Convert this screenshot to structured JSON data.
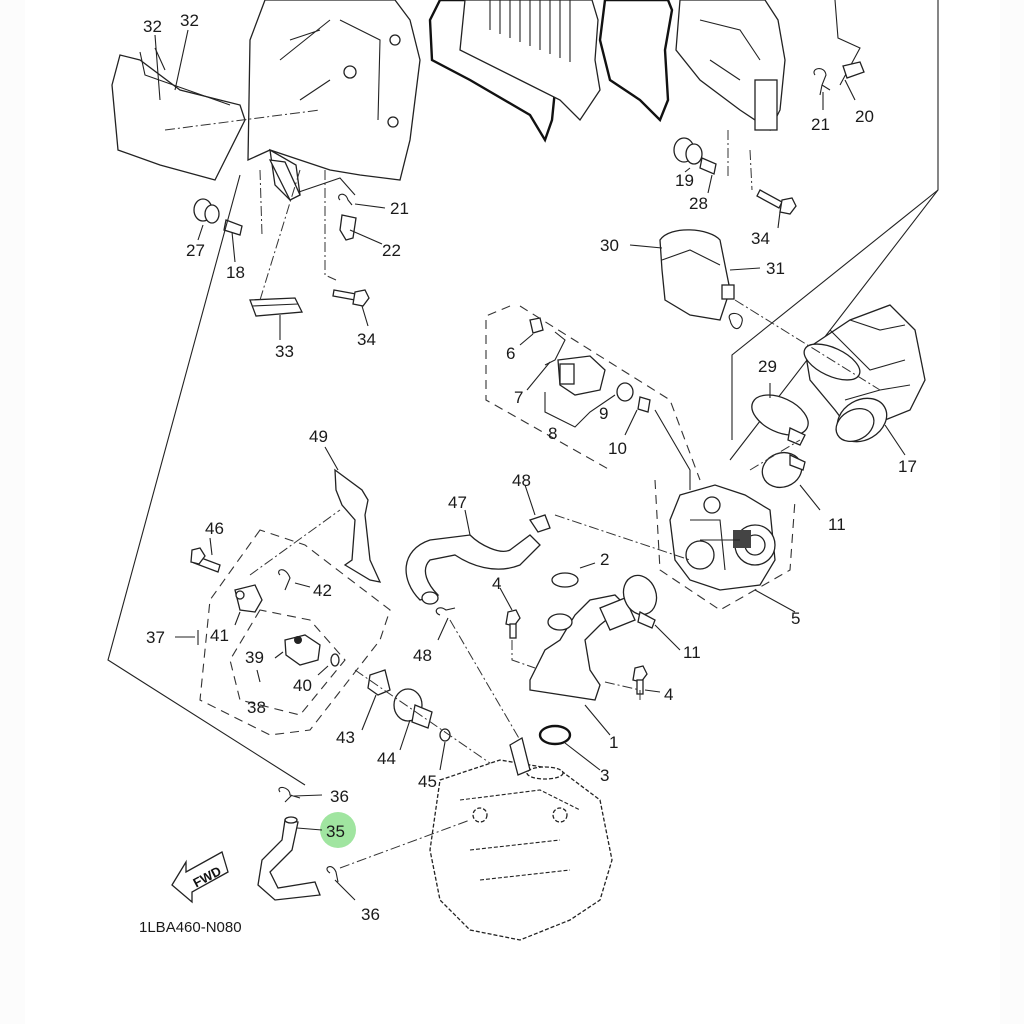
{
  "diagram": {
    "title_code": "1LBA460-N080",
    "direction_marker": "FWD",
    "highlight_color": "#8fe08f",
    "highlighted_part": "35",
    "callouts": [
      {
        "id": "c32a",
        "text": "32"
      },
      {
        "id": "c32b",
        "text": "32"
      },
      {
        "id": "c21a",
        "text": "21"
      },
      {
        "id": "c22",
        "text": "22"
      },
      {
        "id": "c27",
        "text": "27"
      },
      {
        "id": "c18",
        "text": "18"
      },
      {
        "id": "c33",
        "text": "33"
      },
      {
        "id": "c34a",
        "text": "34"
      },
      {
        "id": "c20",
        "text": "20"
      },
      {
        "id": "c21b",
        "text": "21"
      },
      {
        "id": "c19",
        "text": "19"
      },
      {
        "id": "c28",
        "text": "28"
      },
      {
        "id": "c34b",
        "text": "34"
      },
      {
        "id": "c30",
        "text": "30"
      },
      {
        "id": "c31",
        "text": "31"
      },
      {
        "id": "c6",
        "text": "6"
      },
      {
        "id": "c7",
        "text": "7"
      },
      {
        "id": "c8",
        "text": "8"
      },
      {
        "id": "c9",
        "text": "9"
      },
      {
        "id": "c10",
        "text": "10"
      },
      {
        "id": "c29",
        "text": "29"
      },
      {
        "id": "c17",
        "text": "17"
      },
      {
        "id": "c11a",
        "text": "11"
      },
      {
        "id": "c49",
        "text": "49"
      },
      {
        "id": "c46",
        "text": "46"
      },
      {
        "id": "c42",
        "text": "42"
      },
      {
        "id": "c37",
        "text": "37"
      },
      {
        "id": "c41",
        "text": "41"
      },
      {
        "id": "c39",
        "text": "39"
      },
      {
        "id": "c40",
        "text": "40"
      },
      {
        "id": "c38",
        "text": "38"
      },
      {
        "id": "c47",
        "text": "47"
      },
      {
        "id": "c48a",
        "text": "48"
      },
      {
        "id": "c2",
        "text": "2"
      },
      {
        "id": "c4a",
        "text": "4"
      },
      {
        "id": "c48b",
        "text": "48"
      },
      {
        "id": "c11b",
        "text": "11"
      },
      {
        "id": "c5",
        "text": "5"
      },
      {
        "id": "c4b",
        "text": "4"
      },
      {
        "id": "c1",
        "text": "1"
      },
      {
        "id": "c3",
        "text": "3"
      },
      {
        "id": "c43",
        "text": "43"
      },
      {
        "id": "c44",
        "text": "44"
      },
      {
        "id": "c45",
        "text": "45"
      },
      {
        "id": "c36a",
        "text": "36"
      },
      {
        "id": "c35",
        "text": "35"
      },
      {
        "id": "c36b",
        "text": "36"
      }
    ]
  }
}
